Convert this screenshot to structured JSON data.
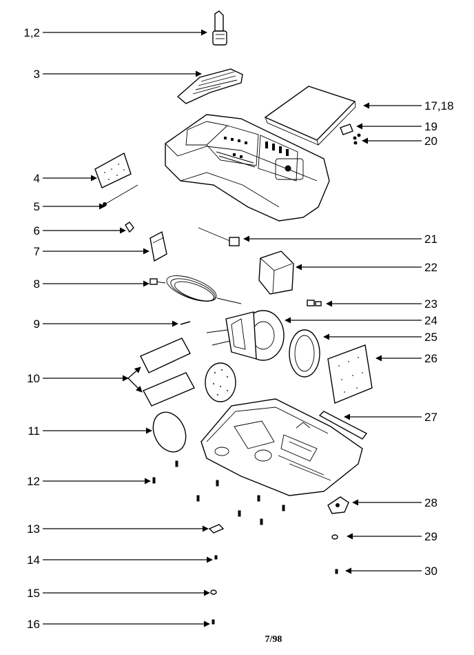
{
  "callouts_left": [
    {
      "label": "1,2"
    },
    {
      "label": "3"
    },
    {
      "label": "4"
    },
    {
      "label": "5"
    },
    {
      "label": "6"
    },
    {
      "label": "7"
    },
    {
      "label": "8"
    },
    {
      "label": "9"
    },
    {
      "label": "10"
    },
    {
      "label": "11"
    },
    {
      "label": "12"
    },
    {
      "label": "13"
    },
    {
      "label": "14"
    },
    {
      "label": "15"
    },
    {
      "label": "16"
    }
  ],
  "callouts_right": [
    {
      "label": "17,18"
    },
    {
      "label": "19"
    },
    {
      "label": "20"
    },
    {
      "label": "21"
    },
    {
      "label": "22"
    },
    {
      "label": "23"
    },
    {
      "label": "24"
    },
    {
      "label": "25"
    },
    {
      "label": "26"
    },
    {
      "label": "27"
    },
    {
      "label": "28"
    },
    {
      "label": "29"
    },
    {
      "label": "30"
    }
  ],
  "footer": {
    "date_code": "7/98"
  }
}
